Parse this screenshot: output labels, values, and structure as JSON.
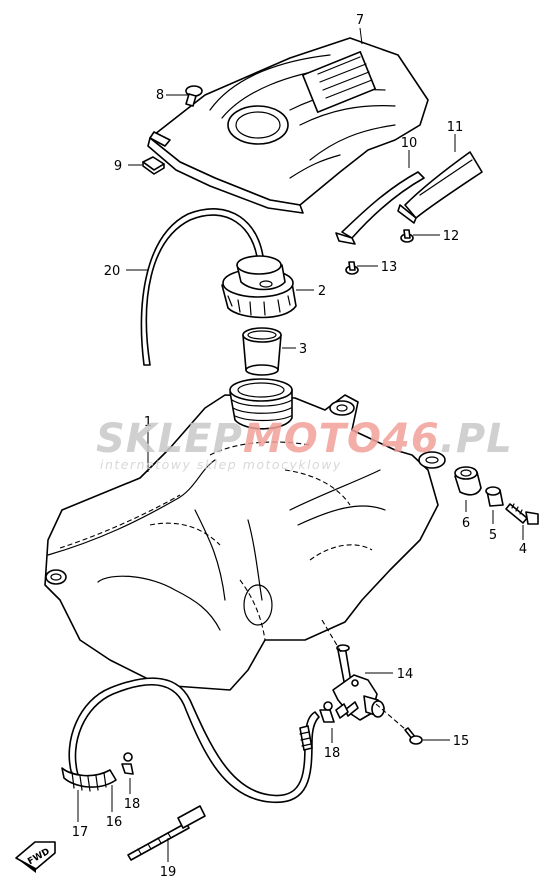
{
  "diagram": {
    "callouts": [
      "1",
      "2",
      "3",
      "4",
      "5",
      "6",
      "7",
      "8",
      "9",
      "10",
      "11",
      "12",
      "13",
      "14",
      "15",
      "16",
      "17",
      "18",
      "18",
      "19",
      "20"
    ],
    "watermark": {
      "brand_gray": "SKLEP",
      "brand_red": "MOTO",
      "brand_gray_2": "46",
      "brand_suffix": ".PL",
      "tagline": "internetowy sklep motocyklowy"
    },
    "direction_label": "FWD",
    "colors": {
      "line": "#000000",
      "watermark_gray": "#c8c8c8",
      "watermark_red": "#f2a09a"
    }
  }
}
